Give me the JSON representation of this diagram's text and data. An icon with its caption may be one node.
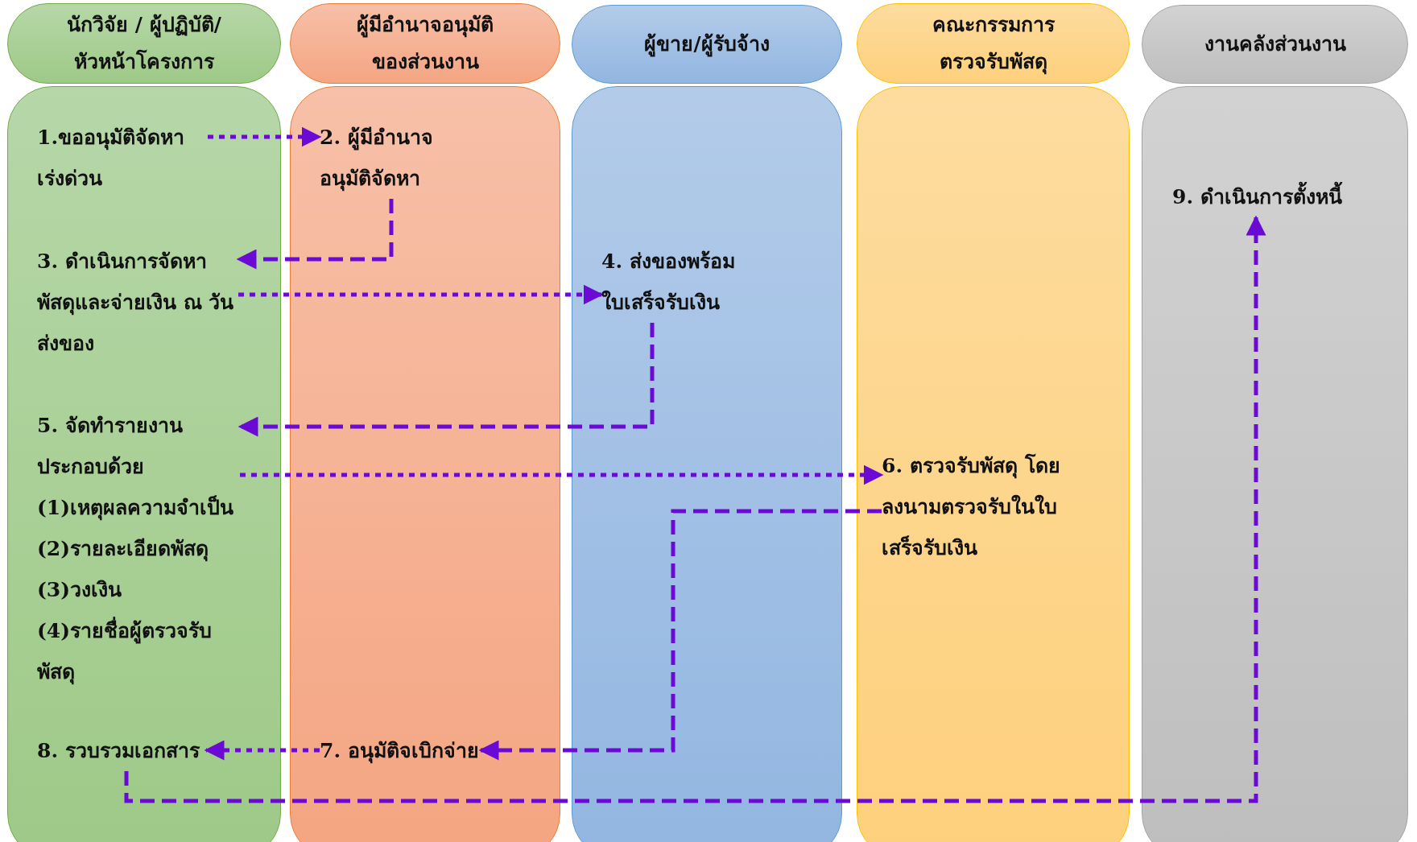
{
  "diagram": {
    "nodes": [
      {
        "text": [
          "นักวิจัย / ผู้ปฏิบัติ/หัวหน้าโครงการ"
        ]
      },
      {
        "text": [
          "ผู้มีอำนาจอนุมัติของส่วนงาน"
        ]
      },
      {
        "text": [
          "ผู้ขาย/ผู้รับจ้าง"
        ]
      },
      {
        "text": [
          "คณะกรรมการตรวจรับพัสดุ"
        ]
      },
      {
        "text": [
          "งานคลังส่วนงาน"
        ]
      },
      {
        "text": [],
        "shape": "box"
      },
      {
        "text": [],
        "shape": "box"
      },
      {
        "text": [],
        "shape": "box"
      },
      {
        "text": [],
        "shape": "box"
      },
      {
        "text": [],
        "shape": "box"
      },
      {
        "text": [
          "1.ขออนุมัติจัดหาเร่งด่วน"
        ],
        "in": 5
      },
      {
        "text": [
          "2. ผู้มีอำนาจอนุมัติจัดหา"
        ],
        "in": 6
      },
      {
        "text": [
          "3. ดำเนินการจัดหาพัสดุและจ่ายเงิน ณ วันส่งของ"
        ],
        "in": 5
      },
      {
        "text": [
          "4. ส่งของพร้อมใบเสร็จรับเงิน"
        ],
        "in": 7
      },
      {
        "text": [
          "5. จัดทำรายงานประกอบด้วย",
          "(1)เหตุผลความจำเป็น",
          "(2)รายละเอียดพัสดุ",
          "(3)วงเงิน",
          "(4)รายชื่อผู้ตรวจรับพัสดุ"
        ],
        "in": 5
      },
      {
        "text": [
          "6. ตรวจรับพัสดุ โดยลงนามตรวจรับในใบเสร็จรับเงิน"
        ],
        "in": 8
      },
      {
        "text": [
          "7. อนุมัติจเบิกจ่าย"
        ],
        "in": 6
      },
      {
        "text": [
          "8. รวบรวมเอกสาร"
        ],
        "in": 5
      },
      {
        "text": [
          "9. ดำเนินการตั้งหนี้"
        ],
        "in": 9
      }
    ],
    "edges": [
      {
        "from": 10,
        "to": 11,
        "arrow": "to"
      },
      {
        "from": 11,
        "to": 12,
        "arrow": "to",
        "style": "dashed"
      },
      {
        "from": 12,
        "to": 13,
        "arrow": "to"
      },
      {
        "from": 13,
        "to": 14,
        "arrow": "to",
        "style": "dashed"
      },
      {
        "from": 14,
        "to": 15,
        "arrow": "to"
      },
      {
        "from": 15,
        "to": 16,
        "arrow": "to",
        "style": "dashed"
      },
      {
        "from": 16,
        "to": 17,
        "arrow": "to"
      },
      {
        "from": 17,
        "to": 18,
        "arrow": "to",
        "style": "dashed"
      }
    ]
  }
}
